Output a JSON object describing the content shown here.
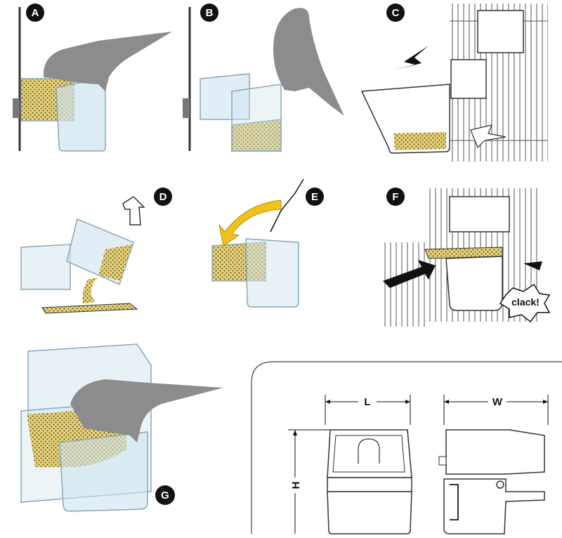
{
  "steps": [
    {
      "id": "A",
      "label": "A"
    },
    {
      "id": "B",
      "label": "B"
    },
    {
      "id": "C",
      "label": "C"
    },
    {
      "id": "D",
      "label": "D"
    },
    {
      "id": "E",
      "label": "E"
    },
    {
      "id": "F",
      "label": "F"
    },
    {
      "id": "G",
      "label": "G"
    }
  ],
  "callout": {
    "sound": "clack!"
  },
  "dimensions": {
    "length": "L",
    "width": "W",
    "height": "H"
  },
  "colors": {
    "container_fill": "#cfe3ee",
    "container_stroke": "#8aa7b8",
    "seed_fill": "#e6d27a",
    "seed_dot": "#5a4a1a",
    "bird_fill": "#8c8c8c",
    "arrow_dark": "#1a1a1a",
    "arrow_yellow": "#f2c21b",
    "line_art": "#333333"
  }
}
